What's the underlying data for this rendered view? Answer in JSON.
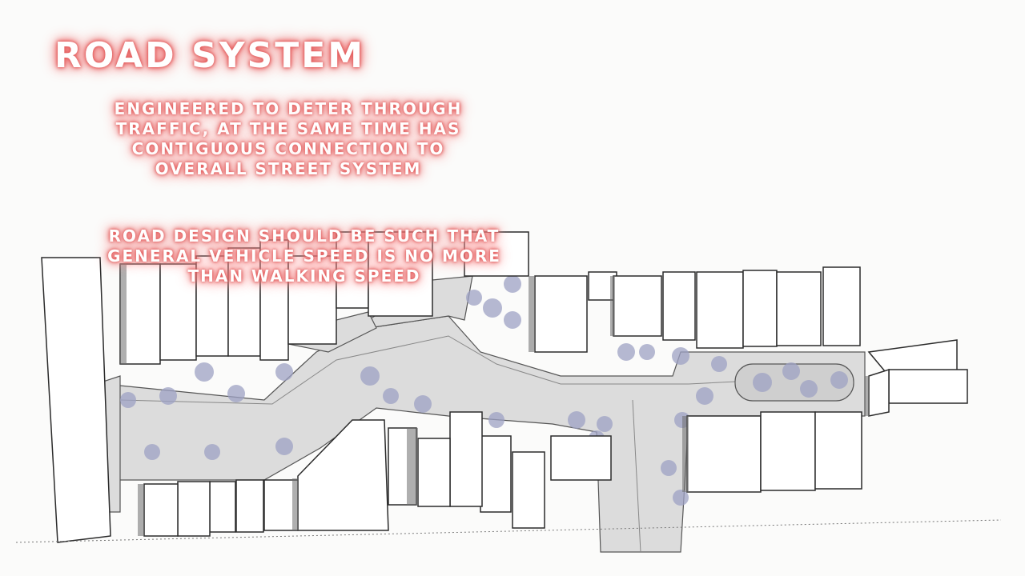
{
  "title": "ROAD SYSTEM",
  "notes": {
    "first": "ENGINEERED TO DETER THROUGH\nTRAFFIC, AT THE SAME TIME HAS\nCONTIGUOUS CONNECTION TO\nOVERALL STREET SYSTEM",
    "second": "ROAD DESIGN SHOULD BE SUCH THAT\nGENERAL VEHICLE SPEED IS NO MORE\nTHAN WALKING SPEED"
  },
  "colors": {
    "background": "#fbfbfa",
    "glow": "#e25b5b",
    "ink": "#2b2b2b",
    "road": "#dcdcdc",
    "trees": "#9ea2c4"
  }
}
